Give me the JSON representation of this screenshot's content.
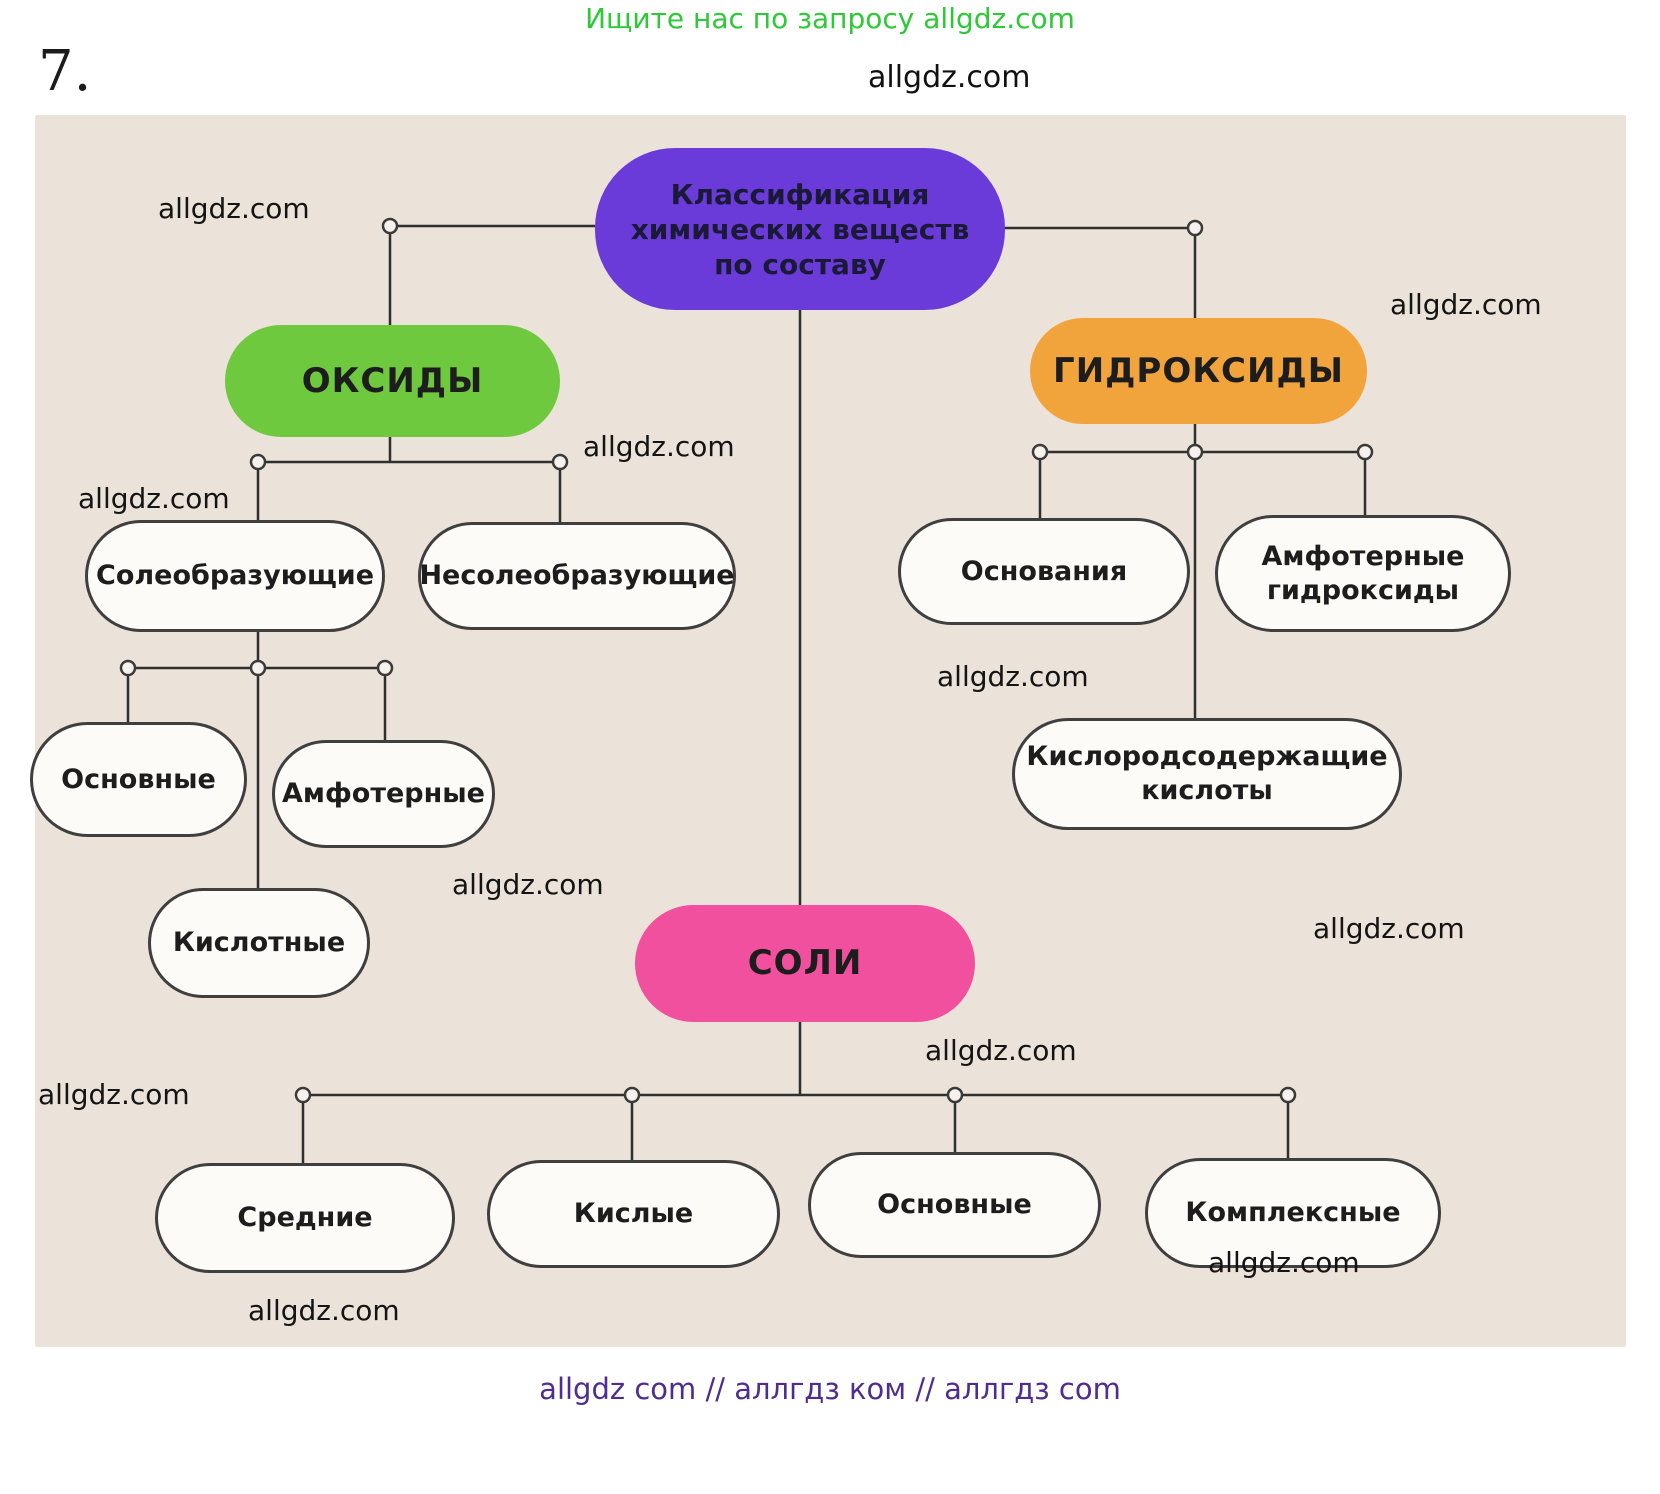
{
  "page": {
    "header_search_hint": "Ищите нас по запросу allgdz.com",
    "exercise_number": "7.",
    "watermark": "allgdz.com",
    "footer": "allgdz com  //  аллгдз ком  //  аллгдз com"
  },
  "diagram": {
    "title": "Классификация химических веществ по составу",
    "nodes": {
      "root": "Классификация химических веществ по составу",
      "oksidy": "ОКСИДЫ",
      "gidroksidy": "ГИДРОКСИДЫ",
      "soli": "СОЛИ",
      "soleobrazuyushchie": "Солеобразующие",
      "nesoleobrazuyushchie": "Несолеобразующие",
      "osnovnye_oksidy": "Основные",
      "amfoternye_oksidy": "Амфотерные",
      "kislotnye_oksidy": "Кислотные",
      "osnovaniya": "Основания",
      "amfoternye_gidroksidy": "Амфотерные гидроксиды",
      "kislorodsoderzhashchie_kisloty": "Кислородсодержащие кислоты",
      "srednie_soli": "Средние",
      "kislye_soli": "Кислые",
      "osnovnye_soli": "Основные",
      "kompleksnye_soli": "Комплексные"
    },
    "colors": {
      "root_fill": "#6a3bd8",
      "oksidy_fill": "#6fc93f",
      "gidroksidy_fill": "#f2a43c",
      "soli_fill": "#f1509f",
      "white_node_fill": "#fdfbf8",
      "node_border": "#3f3f3f",
      "line": "#2f2f2f",
      "diagram_background": "#ebe2d9",
      "header_green": "#2dc937",
      "footer_purple": "#4f2d8f"
    }
  }
}
